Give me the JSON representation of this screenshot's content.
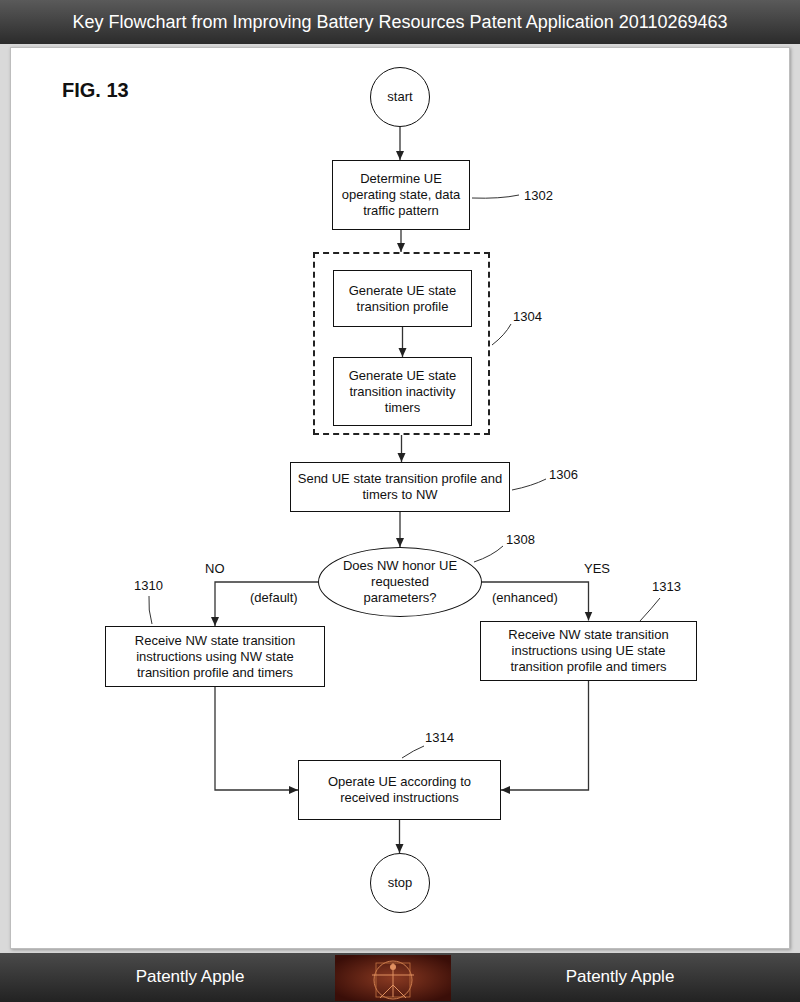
{
  "diagram": {
    "title": "Key Flowchart from Improving Battery Resources Patent Application 20110269463",
    "nodes": [
      {
        "text": [
          "start"
        ]
      },
      {
        "text": [
          "Determine UE operating state, data traffic pattern"
        ]
      },
      {
        "text": []
      },
      {
        "text": [
          "Generate UE state transition profile"
        ],
        "in": 2
      },
      {
        "text": [
          "Generate UE state transition inactivity timers"
        ],
        "in": 2
      },
      {
        "text": [
          "Send UE state transition profile and timers to NW"
        ]
      },
      {
        "text": [
          "Does NW honor UE requested parameters?"
        ]
      },
      {
        "text": [
          "Receive NW state transition instructions using NW state transition profile and timers"
        ]
      },
      {
        "text": [
          "Receive NW state transition instructions using UE state transition profile and timers"
        ]
      },
      {
        "text": [
          "Operate UE according to received instructions"
        ]
      },
      {
        "text": [
          "stop"
        ]
      }
    ],
    "edges": [
      {
        "from": 0,
        "to": 1,
        "arrow": "to"
      },
      {
        "from": 1,
        "to": 2,
        "arrow": "to"
      },
      {
        "from": 3,
        "to": 4,
        "arrow": "to"
      },
      {
        "from": 2,
        "to": 5,
        "arrow": "to"
      },
      {
        "from": 5,
        "to": 6,
        "arrow": "to"
      },
      {
        "from": 6,
        "to": 7,
        "label": "NO",
        "arrow": "to"
      },
      {
        "from": 6,
        "to": 8,
        "label": "YES",
        "arrow": "to"
      },
      {
        "from": 7,
        "to": 9,
        "arrow": "to"
      },
      {
        "from": 8,
        "to": 9,
        "arrow": "to"
      },
      {
        "from": 9,
        "to": 10,
        "arrow": "to"
      }
    ],
    "labels": [
      "FIG. 13",
      "1302",
      "1304",
      "1306",
      "1308",
      "1310",
      "1313",
      "1314",
      "(default)",
      "(enhanced)",
      "Patently Apple",
      "Patently Apple"
    ]
  }
}
